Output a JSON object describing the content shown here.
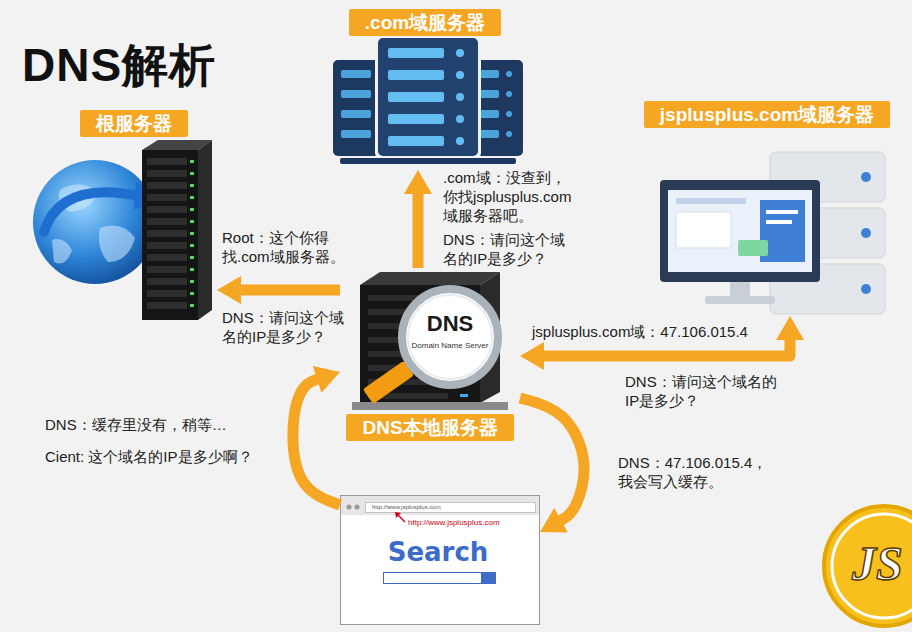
{
  "diagram": {
    "title": "DNS解析",
    "nodes": [
      {
        "text": [
          "根服务器"
        ]
      },
      {
        "text": [
          ".com域服务器"
        ]
      },
      {
        "text": [
          "jsplusplus.com域服务器"
        ]
      },
      {
        "text": [
          "DNS",
          "Domain Name Server",
          "DNS本地服务器"
        ]
      },
      {
        "text": [
          "http://www.jsplusplus.com",
          "http://www.jsplusplus.com",
          "Search"
        ]
      }
    ],
    "edges": [
      {
        "from": 3,
        "to": 0,
        "arrow": "to",
        "label": "DNS：请问这个域名的IP是多少？"
      },
      {
        "from": 3,
        "to": 1,
        "arrow": "to",
        "label": "DNS：请问这个域名的IP是多少？"
      },
      {
        "from": 3,
        "to": 2,
        "arrow": "both",
        "label": "DNS：请问这个域名的IP是多少？"
      },
      {
        "from": 4,
        "to": 3,
        "arrow": "to",
        "label": "Cient: 这个域名的IP是多少啊？"
      },
      {
        "from": 3,
        "to": 4,
        "arrow": "to",
        "label": "DNS：47.106.015.4，我会写入缓存。"
      }
    ],
    "labels": [
      "Root：这个你得找.com域服务器。",
      ".com域：没查到，你找jsplusplus.com域服务器吧。",
      "jsplusplus.com域：47.106.015.4",
      "DNS：缓存里没有，稍等…",
      "JS"
    ]
  }
}
